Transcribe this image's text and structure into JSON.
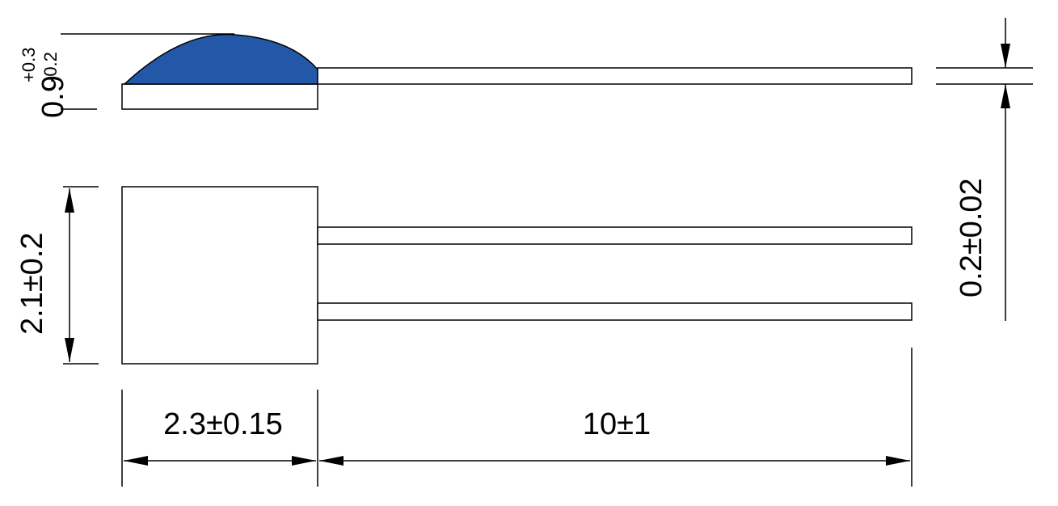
{
  "diagram": {
    "colors": {
      "body_fill": "#2358a8",
      "line": "#000000",
      "background": "#ffffff"
    },
    "dimensions": {
      "height_nominal": "0.9",
      "height_tol_plus": "+0.3",
      "height_tol_minus": "-0.2",
      "width": "2.1±0.2",
      "body_length": "2.3±0.15",
      "lead_length": "10±1",
      "lead_thickness": "0.2±0.02"
    }
  }
}
